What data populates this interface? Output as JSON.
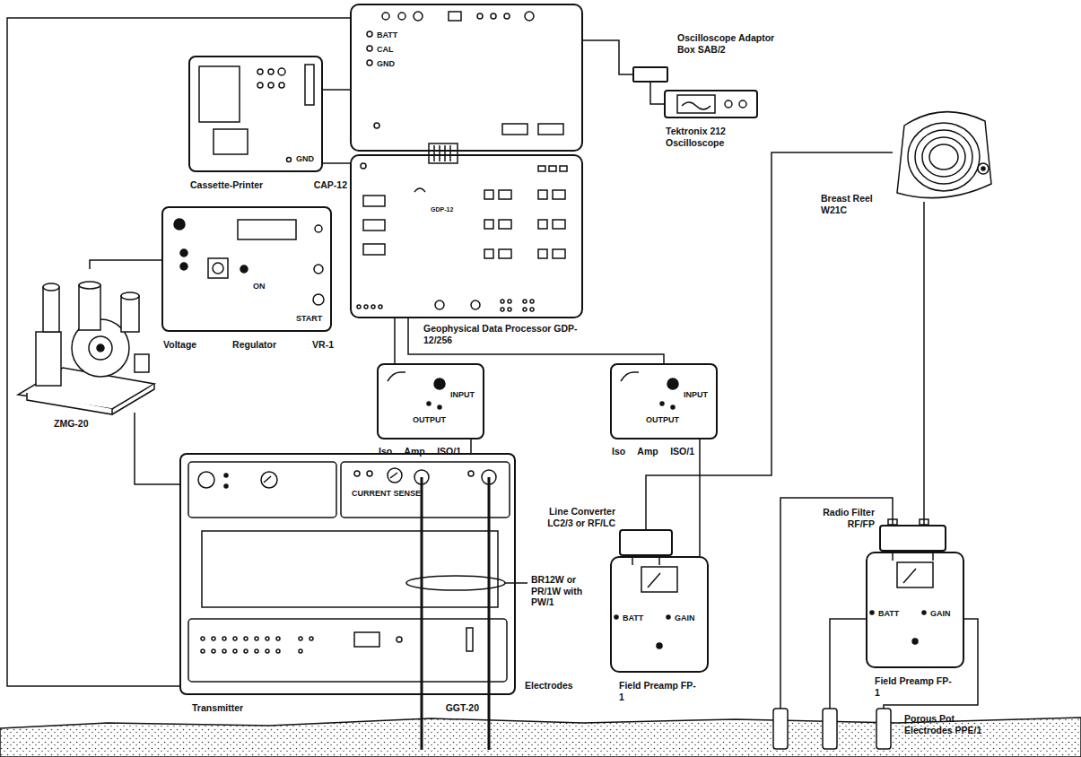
{
  "diagram": {
    "nodes": [
      {
        "text": [
          "BATT",
          "CAL",
          "GND"
        ]
      },
      {
        "text": [
          "GND",
          "Cassette-Printer CAP-12"
        ]
      },
      {
        "text": [
          "GDP-12",
          "Geophysical Data Processor GDP-12/256"
        ]
      },
      {
        "text": [
          "Oscilloscope Adaptor Box SAB/2"
        ]
      },
      {
        "text": [
          "Tektronix 212 Oscilloscope"
        ]
      },
      {
        "text": [
          "ON",
          "START",
          "Voltage Regulator VR-1"
        ]
      },
      {
        "text": [
          "ZMG-20"
        ]
      },
      {
        "text": [
          "INPUT",
          "OUTPUT",
          "Iso Amp ISO/1"
        ]
      },
      {
        "text": [
          "INPUT",
          "OUTPUT",
          "Iso Amp ISO/1"
        ]
      },
      {
        "text": [
          "CURRENT SENSE",
          "Transmitter GGT-20"
        ]
      },
      {
        "text": [
          "Line Converter LC2/3 or RF/LC"
        ]
      },
      {
        "text": [
          "BATT",
          "GAIN",
          "Field Preamp FP-1"
        ]
      },
      {
        "text": [
          "Breast Reel W21C"
        ]
      },
      {
        "text": [
          "Radio Filter RF/FP"
        ]
      },
      {
        "text": [
          "BATT",
          "GAIN",
          "Field Preamp FP-1"
        ]
      }
    ],
    "edges": [
      {
        "from": 0,
        "to": 9,
        "arrow": "none"
      },
      {
        "from": 1,
        "to": 0,
        "arrow": "none"
      },
      {
        "from": 1,
        "to": 2,
        "arrow": "none"
      },
      {
        "from": 0,
        "to": 3,
        "arrow": "none"
      },
      {
        "from": 3,
        "to": 4,
        "arrow": "none"
      },
      {
        "from": 5,
        "to": 6,
        "arrow": "none"
      },
      {
        "from": 6,
        "to": 9,
        "arrow": "none"
      },
      {
        "from": 2,
        "to": 7,
        "arrow": "none"
      },
      {
        "from": 7,
        "to": 9,
        "arrow": "none"
      },
      {
        "from": 2,
        "to": 8,
        "arrow": "none"
      },
      {
        "from": 11,
        "to": 8,
        "arrow": "none"
      },
      {
        "from": 10,
        "to": 12,
        "arrow": "none"
      },
      {
        "from": 12,
        "to": 13,
        "arrow": "none"
      }
    ],
    "labels": [
      "BR12W or PR/1W with PW/1",
      "Electrodes",
      "Porous Pot Electrodes PPE/1"
    ]
  }
}
